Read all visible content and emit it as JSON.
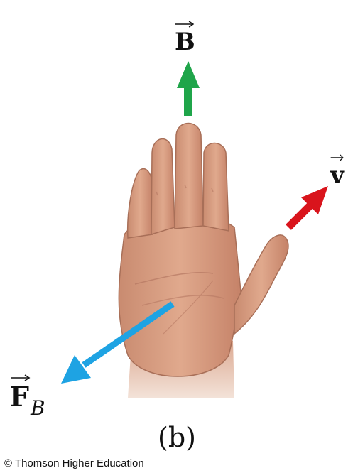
{
  "labels": {
    "b_field": "B",
    "velocity": "v",
    "force_main": "F",
    "force_sub": "B",
    "part": "(b)",
    "copyright": "© Thomson Higher Education"
  },
  "colors": {
    "b_arrow": "#1fa54a",
    "v_arrow": "#d9141c",
    "f_arrow": "#1ea3e3",
    "skin": "#d79c80",
    "skin_shadow": "#b57862"
  },
  "icons": {
    "hand": "open-right-hand-palm-icon"
  }
}
